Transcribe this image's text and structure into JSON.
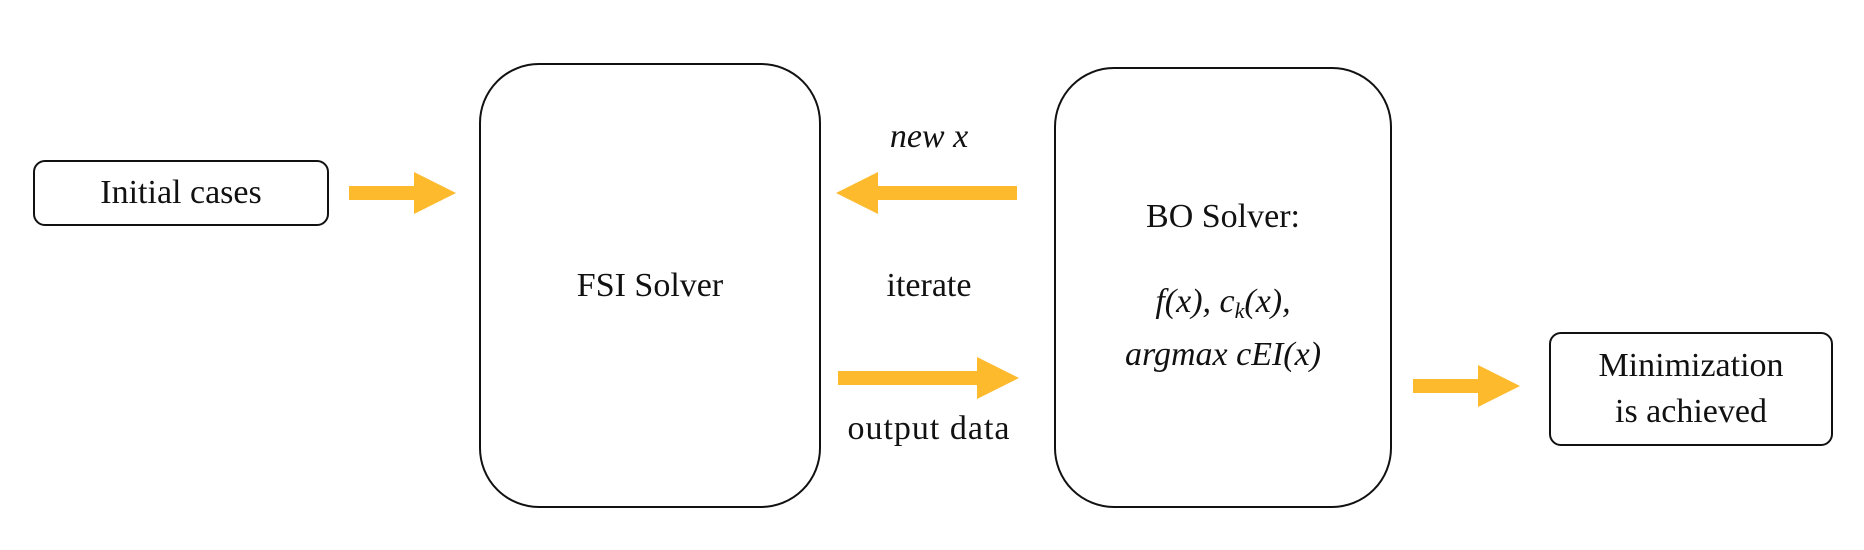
{
  "boxes": {
    "initial_cases": "Initial cases",
    "fsi_solver": "FSI Solver",
    "bo_solver": {
      "title": "BO Solver:",
      "line1": "f(x), c",
      "line1_subscript": "k",
      "line1_tail": "(x),",
      "line2": "argmax cEI(x)"
    },
    "minimization": {
      "line1": "Minimization",
      "line2": "is achieved"
    }
  },
  "labels": {
    "new_x": "new x",
    "iterate": "iterate",
    "output_data": "output data"
  },
  "colors": {
    "arrow": "#FDBA2C",
    "box_border": "#111111",
    "text": "#111111"
  }
}
